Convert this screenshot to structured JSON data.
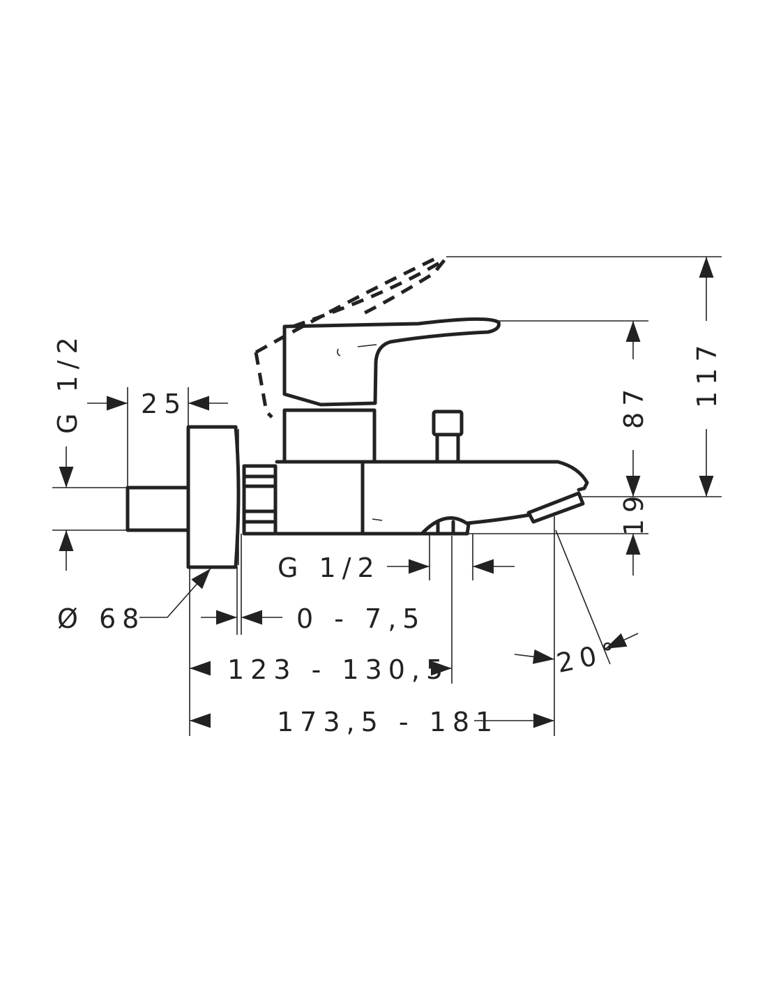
{
  "drawing": {
    "labels": {
      "inlet_thread_left": "G 1/2",
      "inlet_length": "25",
      "rosette_diameter": "Ø 68",
      "offset_range": "0 - 7,5",
      "outlet_thread": "G 1/2",
      "outlet_distance": "123 - 130,5",
      "total_projection": "173,5 - 181",
      "spout_angle": "20°",
      "lever_height": "87",
      "lever_open_height": "117",
      "spout_height": "19"
    },
    "colors": {
      "line": "#222222",
      "background": "#ffffff"
    }
  }
}
